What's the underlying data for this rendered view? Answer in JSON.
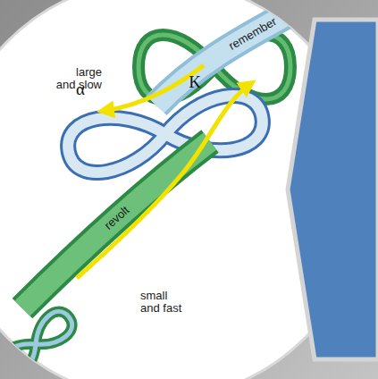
{
  "diagram": {
    "labels": [
      "large and slow",
      "remember",
      "α",
      "K",
      "revolt",
      "small and fast"
    ]
  }
}
